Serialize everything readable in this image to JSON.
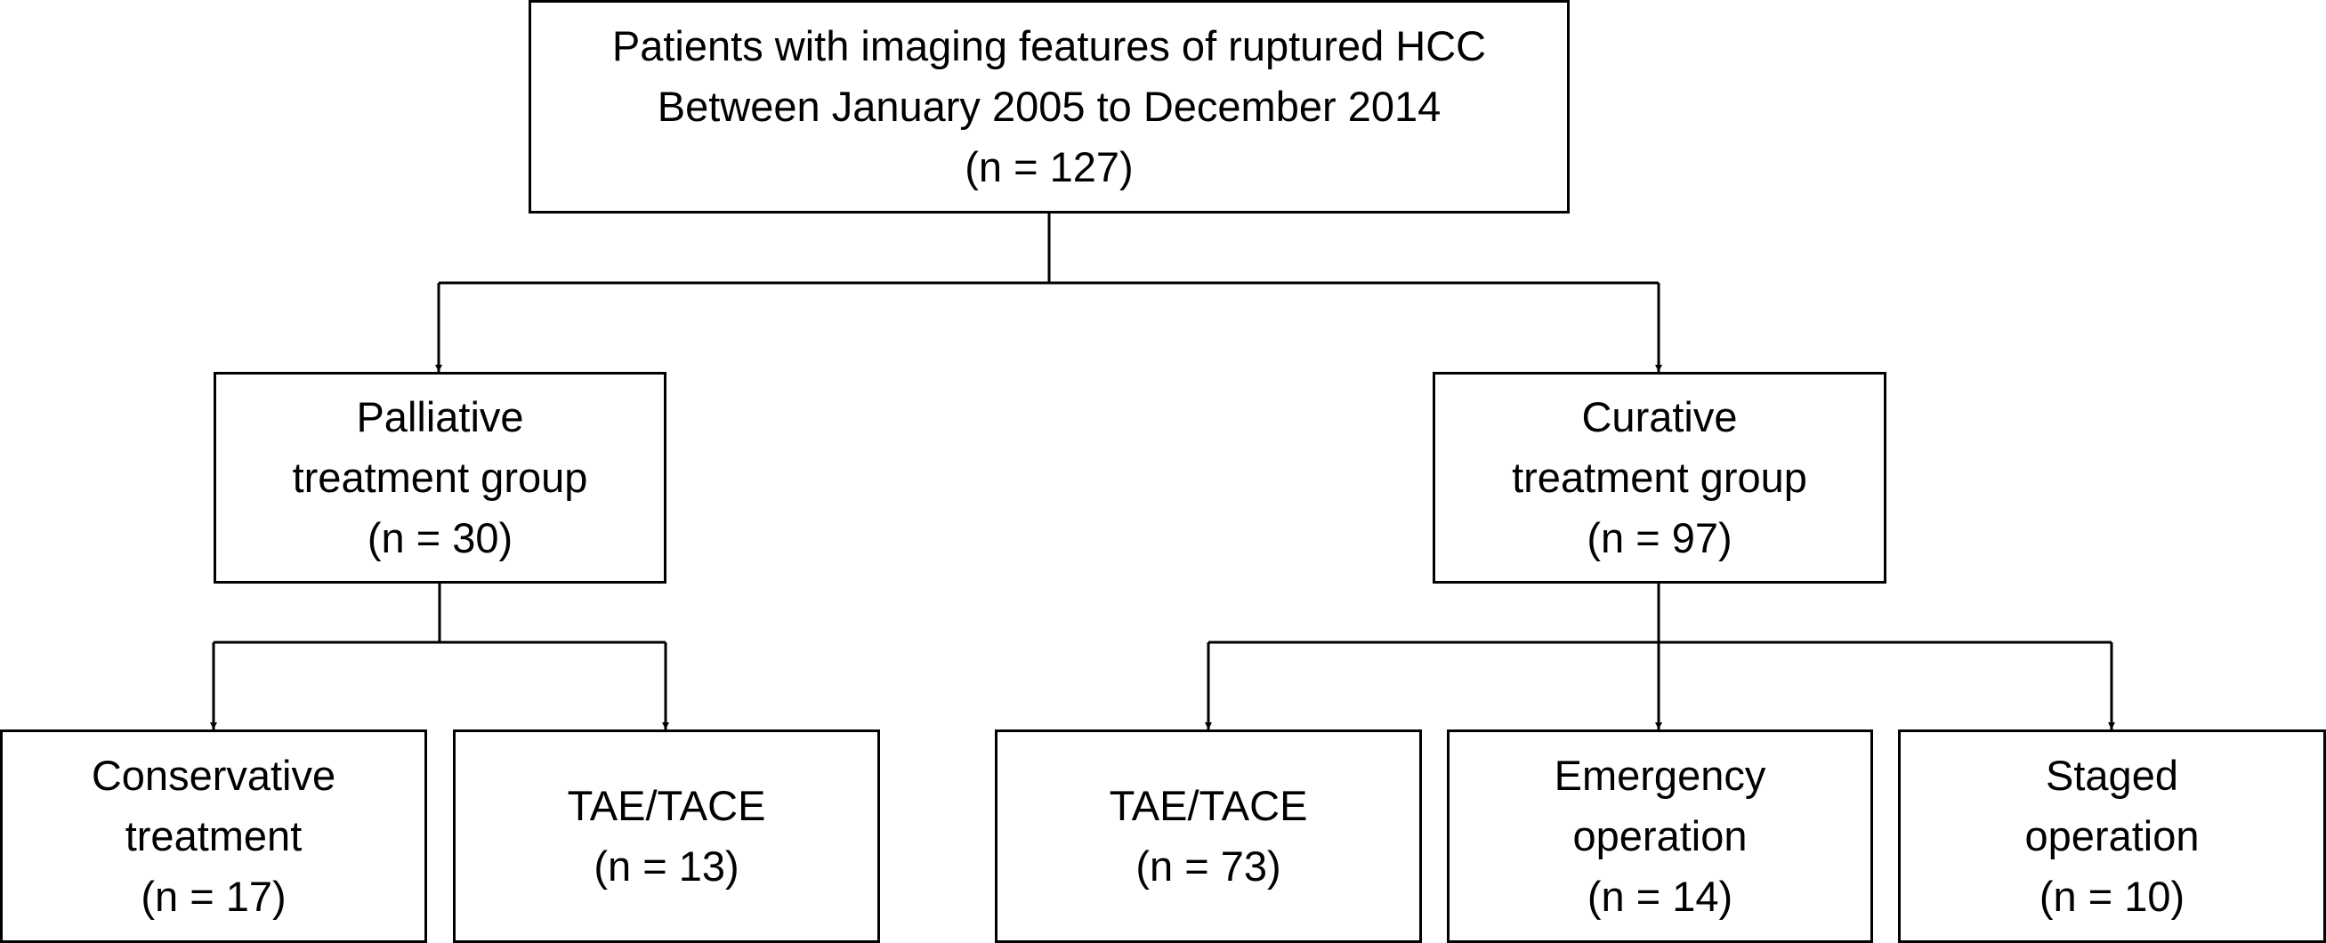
{
  "nodes": {
    "root": {
      "lines": [
        "Patients with imaging features of ruptured HCC",
        "Between January 2005 to December 2014",
        "(n = 127)"
      ]
    },
    "palliative": {
      "lines": [
        "Palliative",
        "treatment group",
        "(n = 30)"
      ]
    },
    "curative": {
      "lines": [
        "Curative",
        "treatment group",
        "(n = 97)"
      ]
    },
    "conservative": {
      "lines": [
        "Conservative",
        "treatment",
        "(n = 17)"
      ]
    },
    "palliative_tace": {
      "lines": [
        "TAE/TACE",
        "(n = 13)"
      ]
    },
    "curative_tace": {
      "lines": [
        "TAE/TACE",
        "(n = 73)"
      ]
    },
    "emergency": {
      "lines": [
        "Emergency",
        "operation",
        "(n = 14)"
      ]
    },
    "staged": {
      "lines": [
        "Staged",
        "operation",
        "(n = 10)"
      ]
    }
  },
  "colors": {
    "stroke": "#000000",
    "background": "#ffffff"
  }
}
